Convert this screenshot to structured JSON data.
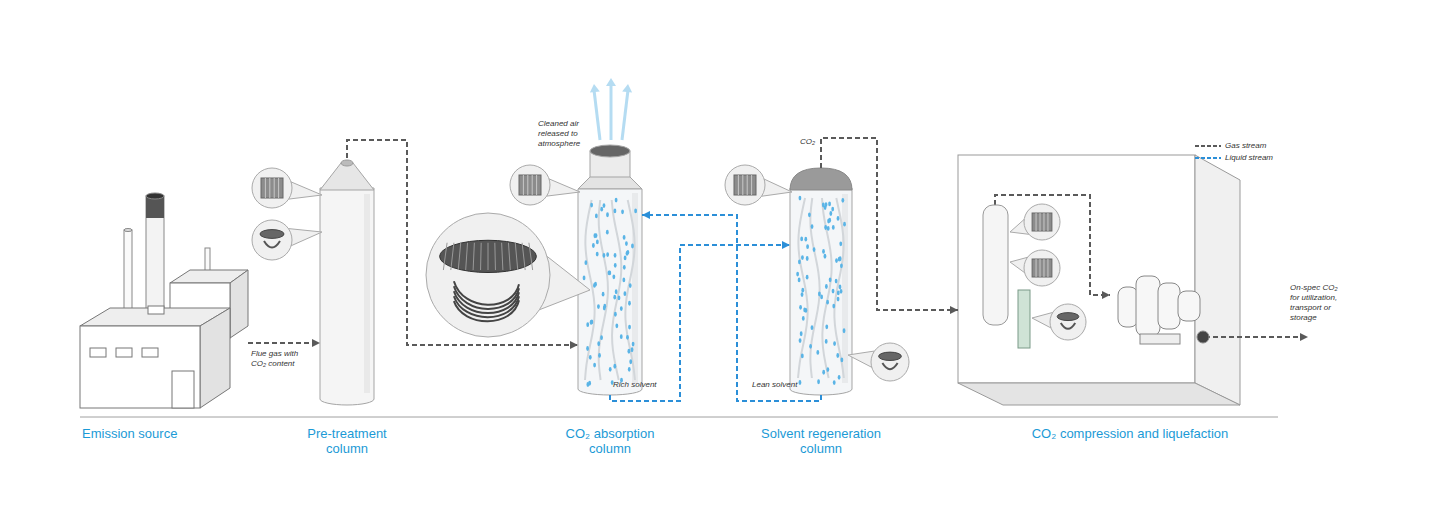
{
  "diagram": {
    "nodes": [
      {
        "text": [
          "Emission source"
        ]
      },
      {
        "text": [
          "Pre-treatment column"
        ]
      },
      {
        "text": [
          "CO₂ absorption column"
        ]
      },
      {
        "text": [
          "Solvent regeneration column"
        ]
      },
      {
        "text": [
          "CO₂ compression and liquefaction"
        ]
      }
    ],
    "edges": [
      {
        "from": 0,
        "to": 1,
        "arrow": "to",
        "label": "Flue gas with CO₂ content"
      },
      {
        "from": 1,
        "to": 2,
        "arrow": "to"
      },
      {
        "from": 2,
        "to": 3,
        "arrow": "to",
        "label": "Rich solvent"
      },
      {
        "from": 3,
        "to": 2,
        "arrow": "to",
        "label": "Lean solvent"
      },
      {
        "from": 3,
        "to": 4,
        "arrow": "to",
        "label": "CO₂"
      }
    ],
    "labels": [
      "Cleaned air released to atmosphere",
      "On-spec CO₂ for utilization, transport or storage"
    ],
    "legend": [
      {
        "text": "Gas stream"
      },
      {
        "text": "Liquid stream"
      }
    ]
  }
}
